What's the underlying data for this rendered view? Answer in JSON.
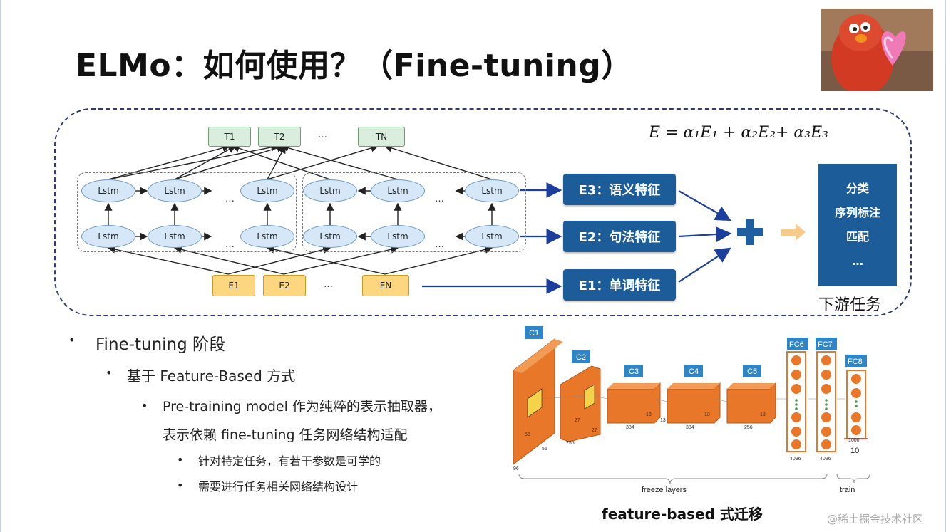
{
  "title": "ELMo：如何使用？（Fine-tuning）",
  "formula": "E = α₁E₁ + α₂E₂+ α₃E₃",
  "diagram": {
    "outputs": [
      "T1",
      "T2",
      "…",
      "TN"
    ],
    "inputs": [
      "E1",
      "E2",
      "…",
      "EN"
    ],
    "lstm_label": "Lstm",
    "dots": "…",
    "features": [
      "E3：语义特征",
      "E2：句法特征",
      "E1：单词特征"
    ],
    "downstream_tasks": [
      "分类",
      "序列标注",
      "匹配",
      "…"
    ],
    "downstream_label": "下游任务"
  },
  "bullets": {
    "l1": "Fine-tuning 阶段",
    "l2": "基于 Feature-Based 方式",
    "l3a": "Pre-training model 作为纯粹的表示抽取器，",
    "l3b": "表示依赖 fine-tuning 任务网络结构适配",
    "l4a": "针对特定任务，有若干参数是可学的",
    "l4b": "需要进行任务相关网络结构设计"
  },
  "cnn": {
    "layers": [
      "C1",
      "C2",
      "C3",
      "C4",
      "C5",
      "FC6",
      "FC7",
      "FC8"
    ],
    "dims": [
      "55",
      "55",
      "96",
      "27",
      "27",
      "256",
      "13",
      "384",
      "13",
      "384",
      "13",
      "256",
      "13",
      "4096",
      "4096",
      "1000",
      "10"
    ],
    "freeze_label": "freeze layers",
    "train_label": "train"
  },
  "caption": "feature-based 式迁移",
  "watermark": "@稀土掘金技术社区",
  "colors": {
    "accent": "#1b5c99",
    "frame": "#2e3a7a",
    "orange": "#e8772a"
  }
}
